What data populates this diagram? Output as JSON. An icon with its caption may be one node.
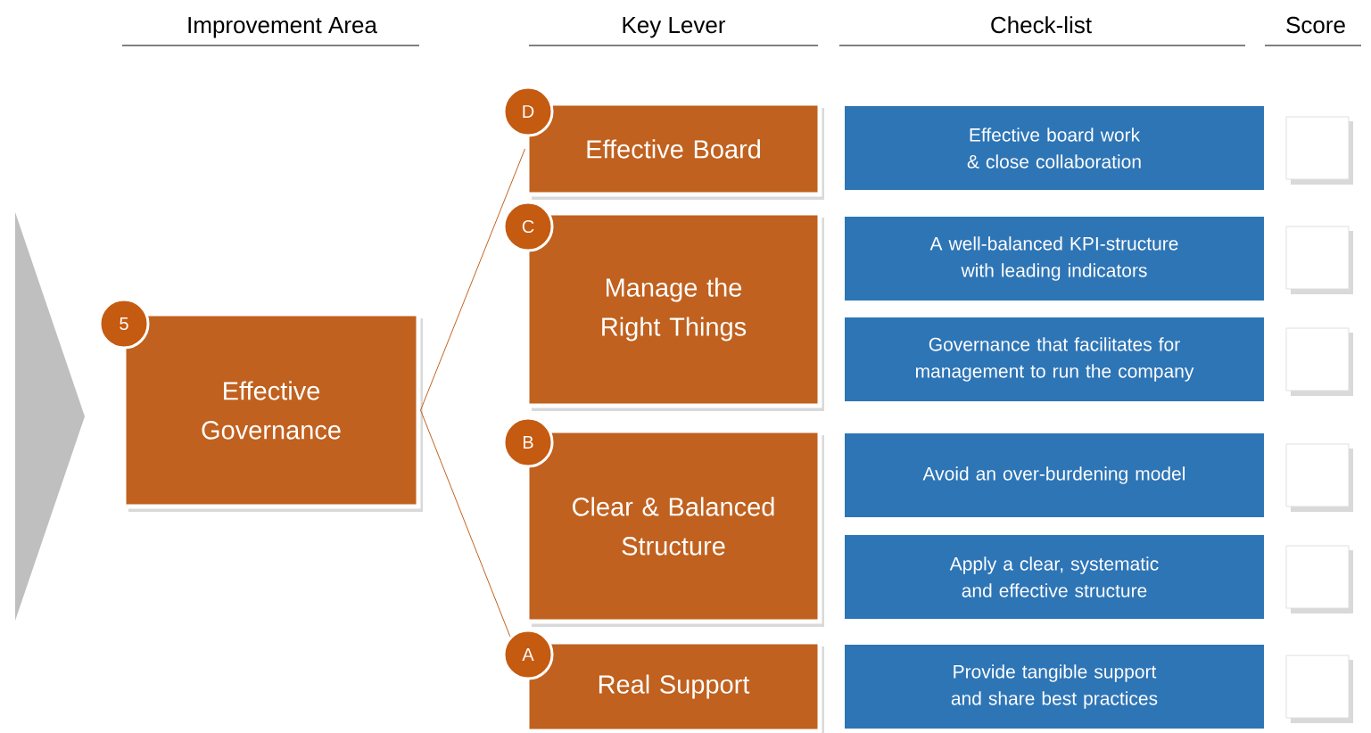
{
  "diagram": {
    "nodes": [
      {
        "text": [
          "5"
        ]
      },
      {
        "text": [
          "Effective Governance"
        ]
      },
      {
        "text": [
          "D"
        ]
      },
      {
        "text": [
          "Effective Board"
        ]
      },
      {
        "text": [
          "C"
        ]
      },
      {
        "text": [
          "Manage the Right Things"
        ]
      },
      {
        "text": [
          "B"
        ]
      },
      {
        "text": [
          "Clear & Balanced Structure"
        ]
      },
      {
        "text": [
          "A"
        ]
      },
      {
        "text": [
          "Real Support"
        ]
      },
      {
        "text": [
          "Effective board work & close collaboration"
        ]
      },
      {
        "text": [
          "A well-balanced KPI-structure with leading indicators"
        ]
      },
      {
        "text": [
          "Governance that facilitates for management to run the company"
        ]
      },
      {
        "text": [
          "Avoid an over-burdening model"
        ]
      },
      {
        "text": [
          "Apply a clear, systematic and effective structure"
        ]
      },
      {
        "text": [
          "Provide tangible support and share best practices"
        ]
      },
      {
        "text": [],
        "shape": "box"
      },
      {
        "text": [],
        "shape": "box"
      },
      {
        "text": [],
        "shape": "box"
      },
      {
        "text": [],
        "shape": "box"
      },
      {
        "text": [],
        "shape": "box"
      },
      {
        "text": [],
        "shape": "box"
      },
      {
        "text": [],
        "shape": "chevron"
      }
    ],
    "edges": [
      {
        "from": 1,
        "to": 3,
        "arrow": "none",
        "color": "#c0611f"
      },
      {
        "from": 1,
        "to": 8,
        "arrow": "none",
        "color": "#c0611f"
      }
    ],
    "labels": [
      "Improvement Area",
      "Key Lever",
      "Check-list",
      "Score"
    ]
  }
}
